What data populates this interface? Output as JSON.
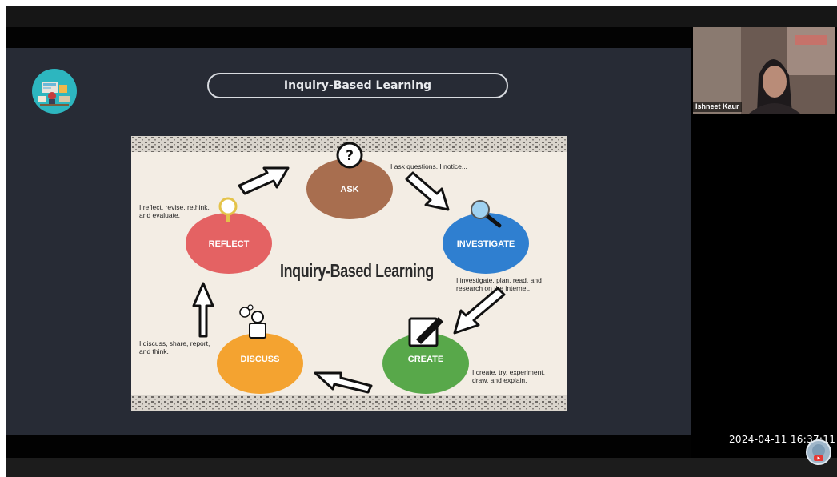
{
  "slide": {
    "title": "Inquiry-Based Learning"
  },
  "diagram": {
    "center_title": "Inquiry-Based Learning",
    "stages": [
      {
        "label": "ASK",
        "caption": [
          "I ask questions. I notice..."
        ],
        "color": "#a86e4f"
      },
      {
        "label": "INVESTIGATE",
        "caption": [
          "I investigate, plan, read, and",
          "research on the internet."
        ],
        "color": "#2f7fd0"
      },
      {
        "label": "CREATE",
        "caption": [
          "I create, try, experiment,",
          "draw, and explain."
        ],
        "color": "#58a84a"
      },
      {
        "label": "DISCUSS",
        "caption": [
          "I discuss, share, report,",
          "and think."
        ],
        "color": "#f4a330"
      },
      {
        "label": "REFLECT",
        "caption": [
          "I reflect, revise, rethink,",
          "and evaluate."
        ],
        "color": "#e46263"
      }
    ]
  },
  "participant": {
    "name": "Ishneet Kaur"
  },
  "overlay": {
    "timestamp": "2024-04-11 16:37:11"
  },
  "icons": {
    "logo": "classroom-logo-icon",
    "ask": "question-mark-icon",
    "investigate": "magnifier-icon",
    "create": "pencil-edit-icon",
    "discuss": "person-speech-icon",
    "reflect": "lightbulb-icon",
    "badge": "youtube-icon"
  }
}
